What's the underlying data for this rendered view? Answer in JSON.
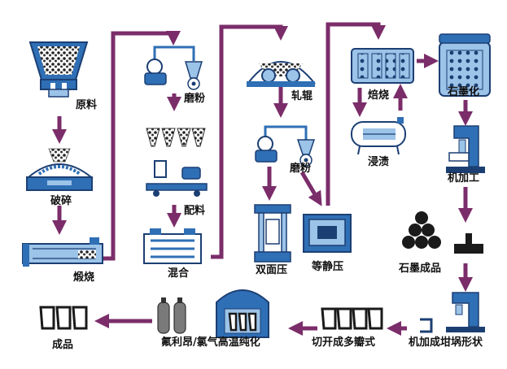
{
  "colors": {
    "flow_arrow": "#7b2d6a",
    "equipment_blue": "#2f6fb5",
    "equipment_light": "#9cc3e8",
    "material_dark": "#222222",
    "outline": "#1c3f73"
  },
  "steps": {
    "raw_material": "原料",
    "crushing": "破碎",
    "calcination": "煅烧",
    "grinding_1": "磨粉",
    "batching": "配料",
    "mixing": "混合",
    "rolling": "轧辊",
    "grinding_2": "磨粉",
    "double_press": "双面压",
    "isostatic_press": "等静压",
    "roasting": "焙烧",
    "impregnation": "浸渍",
    "graphitization": "石墨化",
    "machining": "机加工",
    "graphite_product": "石墨成品",
    "crucible_machining": "机加成坩埚形状",
    "cut_petals": "切开成多瓣式",
    "purification": "氟利昂/氯气高温纯化",
    "final_product": "成品"
  },
  "icons": {
    "raw_material": "hopper-icon",
    "crushing": "crusher-icon",
    "calcination": "kiln-icon",
    "grinding": "mill-icon",
    "batching": "batching-hoppers-icon",
    "mixing": "mixer-icon",
    "rolling": "roller-icon",
    "double_press": "press-icon",
    "isostatic_press": "isostatic-press-icon",
    "roasting": "furnace-icon",
    "impregnation": "impregnation-tank-icon",
    "graphitization": "graphitization-furnace-icon",
    "machining": "machine-tool-icon",
    "graphite_product": "graphite-blocks-icon",
    "crucible": "crucible-icon",
    "gas_cylinder": "gas-cylinder-icon"
  }
}
